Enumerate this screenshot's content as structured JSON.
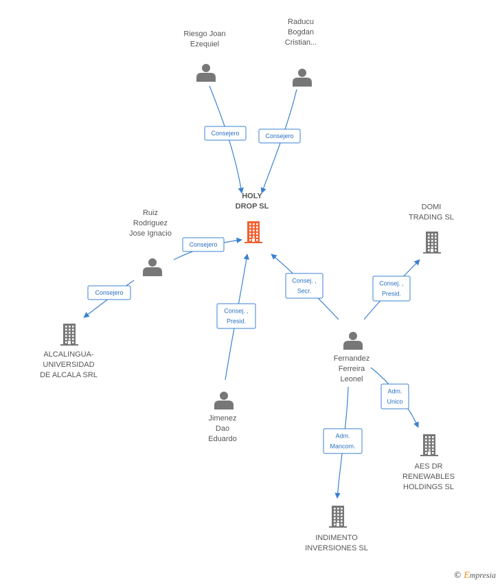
{
  "colors": {
    "edge": "#3a80d0",
    "node": "#777777",
    "center": "#f06030"
  },
  "nodes": [
    {
      "id": "holy",
      "type": "company",
      "center": true,
      "label": [
        "HOLY",
        "DROP  SL"
      ]
    },
    {
      "id": "riesgo",
      "type": "person",
      "label": [
        "Riesgo Joan",
        "Ezequiel"
      ]
    },
    {
      "id": "raducu",
      "type": "person",
      "label": [
        "Raducu",
        "Bogdan",
        "Cristian..."
      ]
    },
    {
      "id": "ruiz",
      "type": "person",
      "label": [
        "Ruiz",
        "Rodriguez",
        "Jose Ignacio"
      ]
    },
    {
      "id": "domi",
      "type": "company",
      "label": [
        "DOMI",
        "TRADING  SL"
      ]
    },
    {
      "id": "alcalingua",
      "type": "company",
      "label": [
        "ALCALINGUA-",
        "UNIVERSIDAD",
        "DE ALCALA SRL"
      ]
    },
    {
      "id": "fernandez",
      "type": "person",
      "label": [
        "Fernandez",
        "Ferreira",
        "Leonel"
      ]
    },
    {
      "id": "jimenez",
      "type": "person",
      "label": [
        "Jimenez",
        "Dao",
        "Eduardo"
      ]
    },
    {
      "id": "aes",
      "type": "company",
      "label": [
        "AES DR",
        "RENEWABLES",
        "HOLDINGS  SL"
      ]
    },
    {
      "id": "indimento",
      "type": "company",
      "label": [
        "INDIMENTO",
        "INVERSIONES SL"
      ]
    }
  ],
  "edges": [
    {
      "id": "riesgo-holy",
      "from": "riesgo",
      "to": "holy",
      "label": [
        "Consejero"
      ]
    },
    {
      "id": "raducu-holy",
      "from": "raducu",
      "to": "holy",
      "label": [
        "Consejero"
      ]
    },
    {
      "id": "ruiz-holy",
      "from": "ruiz",
      "to": "holy",
      "label": [
        "Consejero"
      ]
    },
    {
      "id": "ruiz-alcalingua",
      "from": "ruiz",
      "to": "alcalingua",
      "label": [
        "Consejero"
      ]
    },
    {
      "id": "jimenez-holy",
      "from": "jimenez",
      "to": "holy",
      "label": [
        "Consej. ,",
        "Presid."
      ]
    },
    {
      "id": "fernandez-holy",
      "from": "fernandez",
      "to": "holy",
      "label": [
        "Consej. ,",
        "Secr."
      ]
    },
    {
      "id": "fernandez-domi",
      "from": "fernandez",
      "to": "domi",
      "label": [
        "Consej. ,",
        "Presid."
      ]
    },
    {
      "id": "fernandez-aes",
      "from": "fernandez",
      "to": "aes",
      "label": [
        "Adm.",
        "Unico"
      ]
    },
    {
      "id": "fernandez-indimento",
      "from": "fernandez",
      "to": "indimento",
      "label": [
        "Adm.",
        "Mancom."
      ]
    }
  ],
  "brand": {
    "symbol": "©",
    "initial": "E",
    "rest": "mpresia"
  }
}
